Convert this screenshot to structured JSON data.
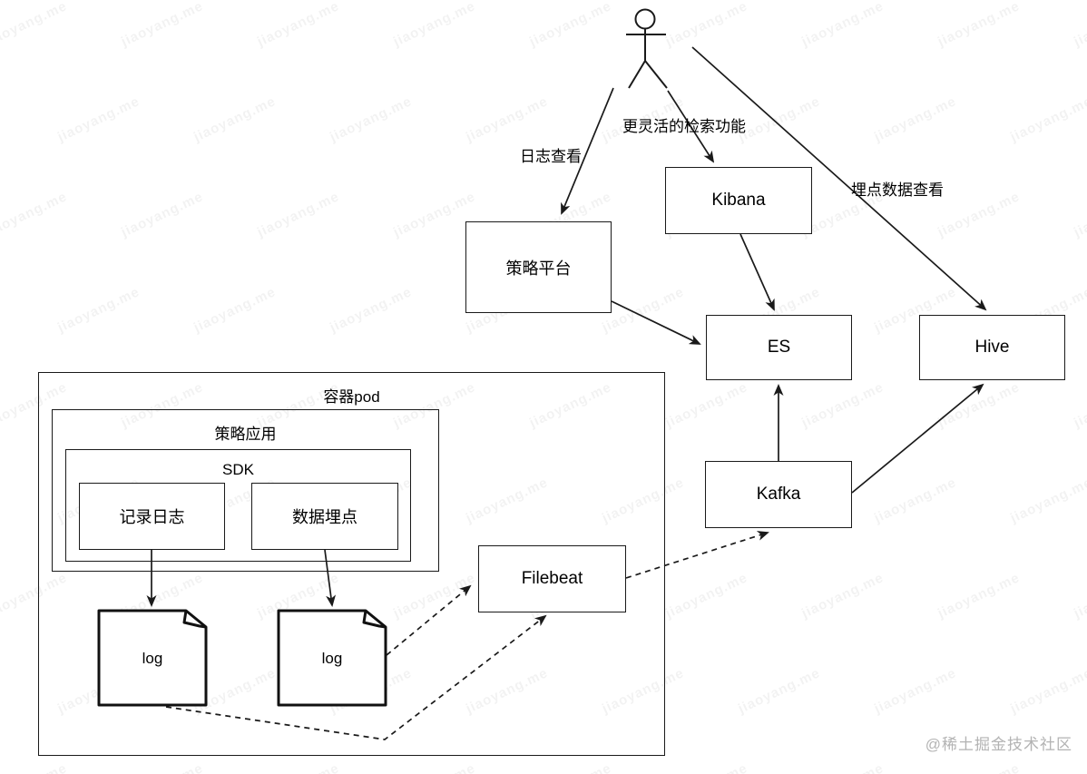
{
  "diagram": {
    "nodes": {
      "celue_pingtai": {
        "label": "策略平台"
      },
      "kibana": {
        "label": "Kibana"
      },
      "es": {
        "label": "ES"
      },
      "hive": {
        "label": "Hive"
      },
      "kafka": {
        "label": "Kafka"
      },
      "filebeat": {
        "label": "Filebeat"
      },
      "container_pod": {
        "label": "容器pod"
      },
      "celue_yingyong": {
        "label": "策略应用"
      },
      "sdk": {
        "label": "SDK"
      },
      "jilu_rizhi": {
        "label": "记录日志"
      },
      "shuju_maidian": {
        "label": "数据埋点"
      },
      "log1": {
        "label": "log"
      },
      "log2": {
        "label": "log"
      }
    },
    "edge_labels": {
      "rizhi_chakan": "日志查看",
      "linghuo_jiansuo": "更灵活的检索功能",
      "maidian_shuju_chakan": "埋点数据查看"
    },
    "line_color": "#1a1a1a"
  },
  "watermark": {
    "text": "jiaoyang.me",
    "credit": "@稀土掘金技术社区"
  }
}
